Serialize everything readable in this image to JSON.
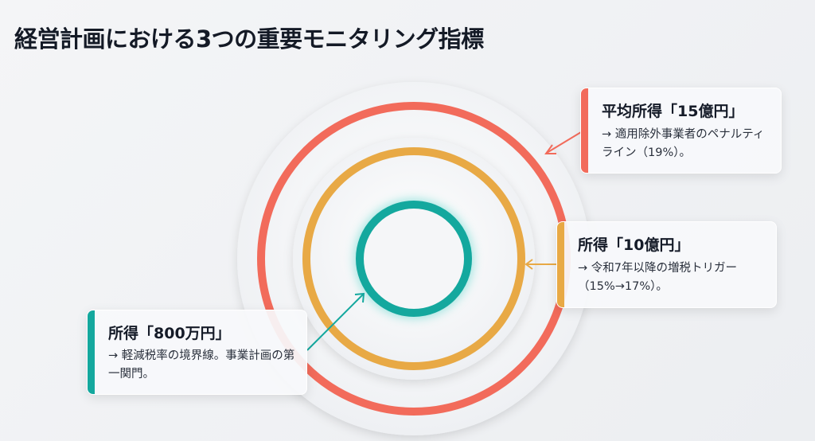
{
  "title": "経営計画における3つの重要モニタリング指標",
  "colors": {
    "outer": "#f26b5b",
    "middle": "#e8a945",
    "inner": "#14a89e"
  },
  "cards": [
    {
      "heading": "平均所得「15億円」",
      "body": "→ 適用除外事業者のペナルティライン（19%）。"
    },
    {
      "heading": "所得「10億円」",
      "body": "→ 令和7年以降の増税トリガー（15%→17%）。"
    },
    {
      "heading": "所得「800万円」",
      "body": "→ 軽減税率の境界線。事業計画の第一関門。"
    }
  ]
}
